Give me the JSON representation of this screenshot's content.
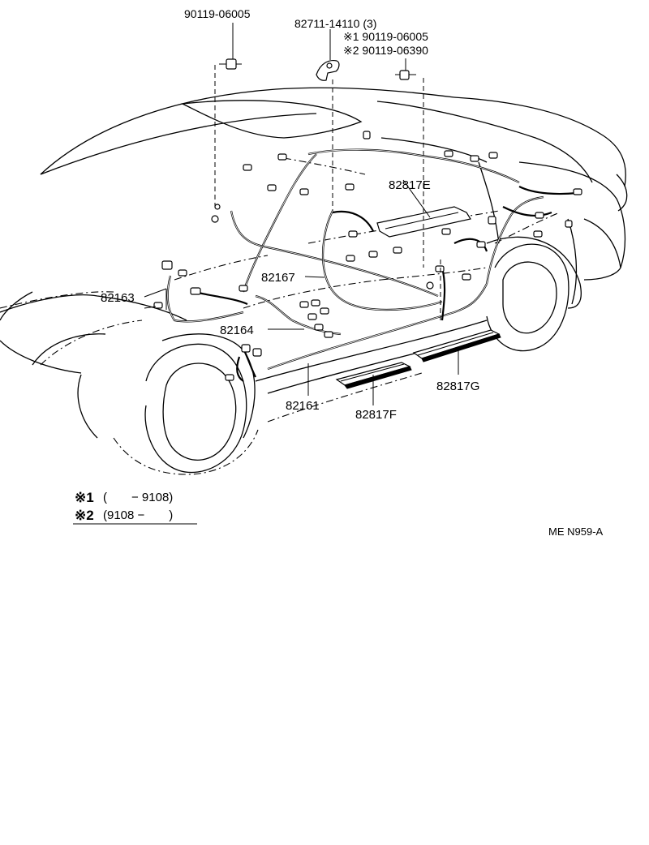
{
  "labels": {
    "bolt_top": "90119-06005",
    "clamp": "82711-14110 (3)",
    "note1_part": "※1  90119-06005",
    "note2_part": "※2  90119-06390",
    "wire_e": "82817E",
    "wire_163": "82163",
    "wire_167": "82167",
    "wire_164": "82164",
    "wire_161": "82161",
    "wire_f": "82817F",
    "wire_g": "82817G"
  },
  "legend": {
    "row1_mark": "※1",
    "row1_range": "(  − 9108)",
    "row2_mark": "※2",
    "row2_range": "(9108 −  )"
  },
  "diagram_code": "ME  N959-A"
}
